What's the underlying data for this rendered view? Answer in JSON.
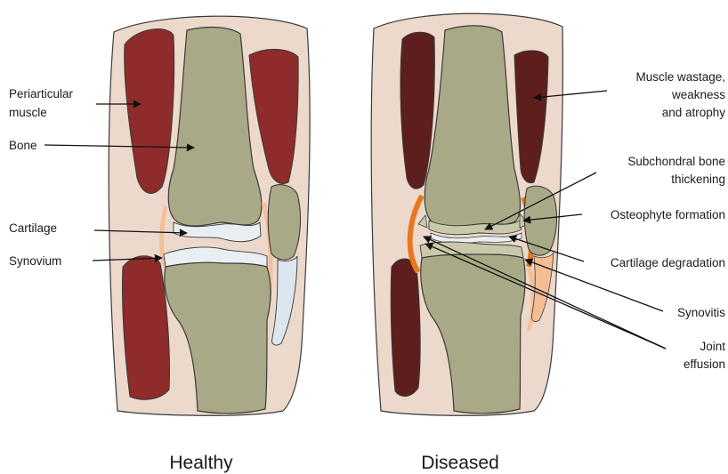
{
  "healthy": {
    "caption": "Healthy",
    "labels": {
      "periarticular_line1": "Periarticular",
      "periarticular_line2": "muscle",
      "bone": "Bone",
      "cartilage": "Cartilage",
      "synovium": "Synovium"
    }
  },
  "diseased": {
    "caption": "Diseased",
    "labels": {
      "muscle_line1": "Muscle wastage,",
      "muscle_line2": "weakness",
      "muscle_line3": "and atrophy",
      "subchondral_line1": "Subchondral bone",
      "subchondral_line2": "thickening",
      "osteophyte": "Osteophyte formation",
      "cartilage_degradation": "Cartilage degradation",
      "synovitis": "Synovitis",
      "effusion_line1": "Joint",
      "effusion_line2": "effusion"
    }
  },
  "colors": {
    "skin": "#ecd9cc",
    "healthy_muscle": "#8e2b2b",
    "diseased_muscle": "#5e1e1e",
    "bone": "#a9a987",
    "cartilage": "#e8eef2",
    "synovium": "#f4bd93",
    "synovitis": "#e8781f",
    "outline": "#3a3a3a"
  }
}
